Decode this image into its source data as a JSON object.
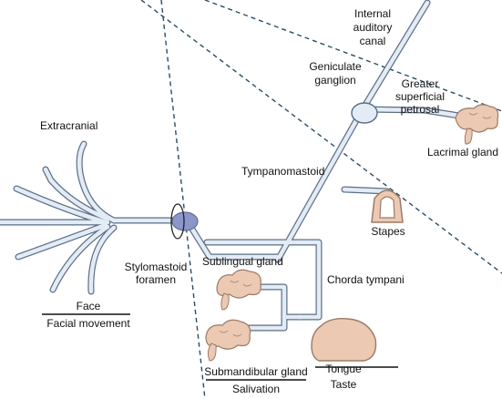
{
  "labels": {
    "internal_auditory_1": "Internal",
    "internal_auditory_2": "auditory",
    "internal_auditory_3": "canal",
    "geniculate_1": "Geniculate",
    "geniculate_2": "ganglion",
    "gsp_1": "Greater",
    "gsp_2": "superficial",
    "gsp_3": "petrosal",
    "lacrimal": "Lacrimal gland",
    "extracranial": "Extracranial",
    "tympanomastoid": "Tympanomastoid",
    "stapes": "Stapes",
    "sublingual": "Sublingual gland",
    "chorda": "Chorda tympani",
    "stylomastoid_1": "Stylomastoid",
    "stylomastoid_2": "foramen",
    "face": "Face",
    "facial_movement": "Facial movement",
    "tongue": "Tongue",
    "taste": "Taste",
    "submandibular": "Submandibular gland",
    "salivation": "Salivation"
  },
  "colors": {
    "nerve_fill": "#e3ebf5",
    "nerve_stroke": "#5a6e86",
    "gland_fill": "#ecc9b3",
    "gland_stroke": "#9d7a66",
    "foramen_fill": "#8c96cc",
    "dashed_line": "#2a4d63",
    "text": "#111111"
  }
}
